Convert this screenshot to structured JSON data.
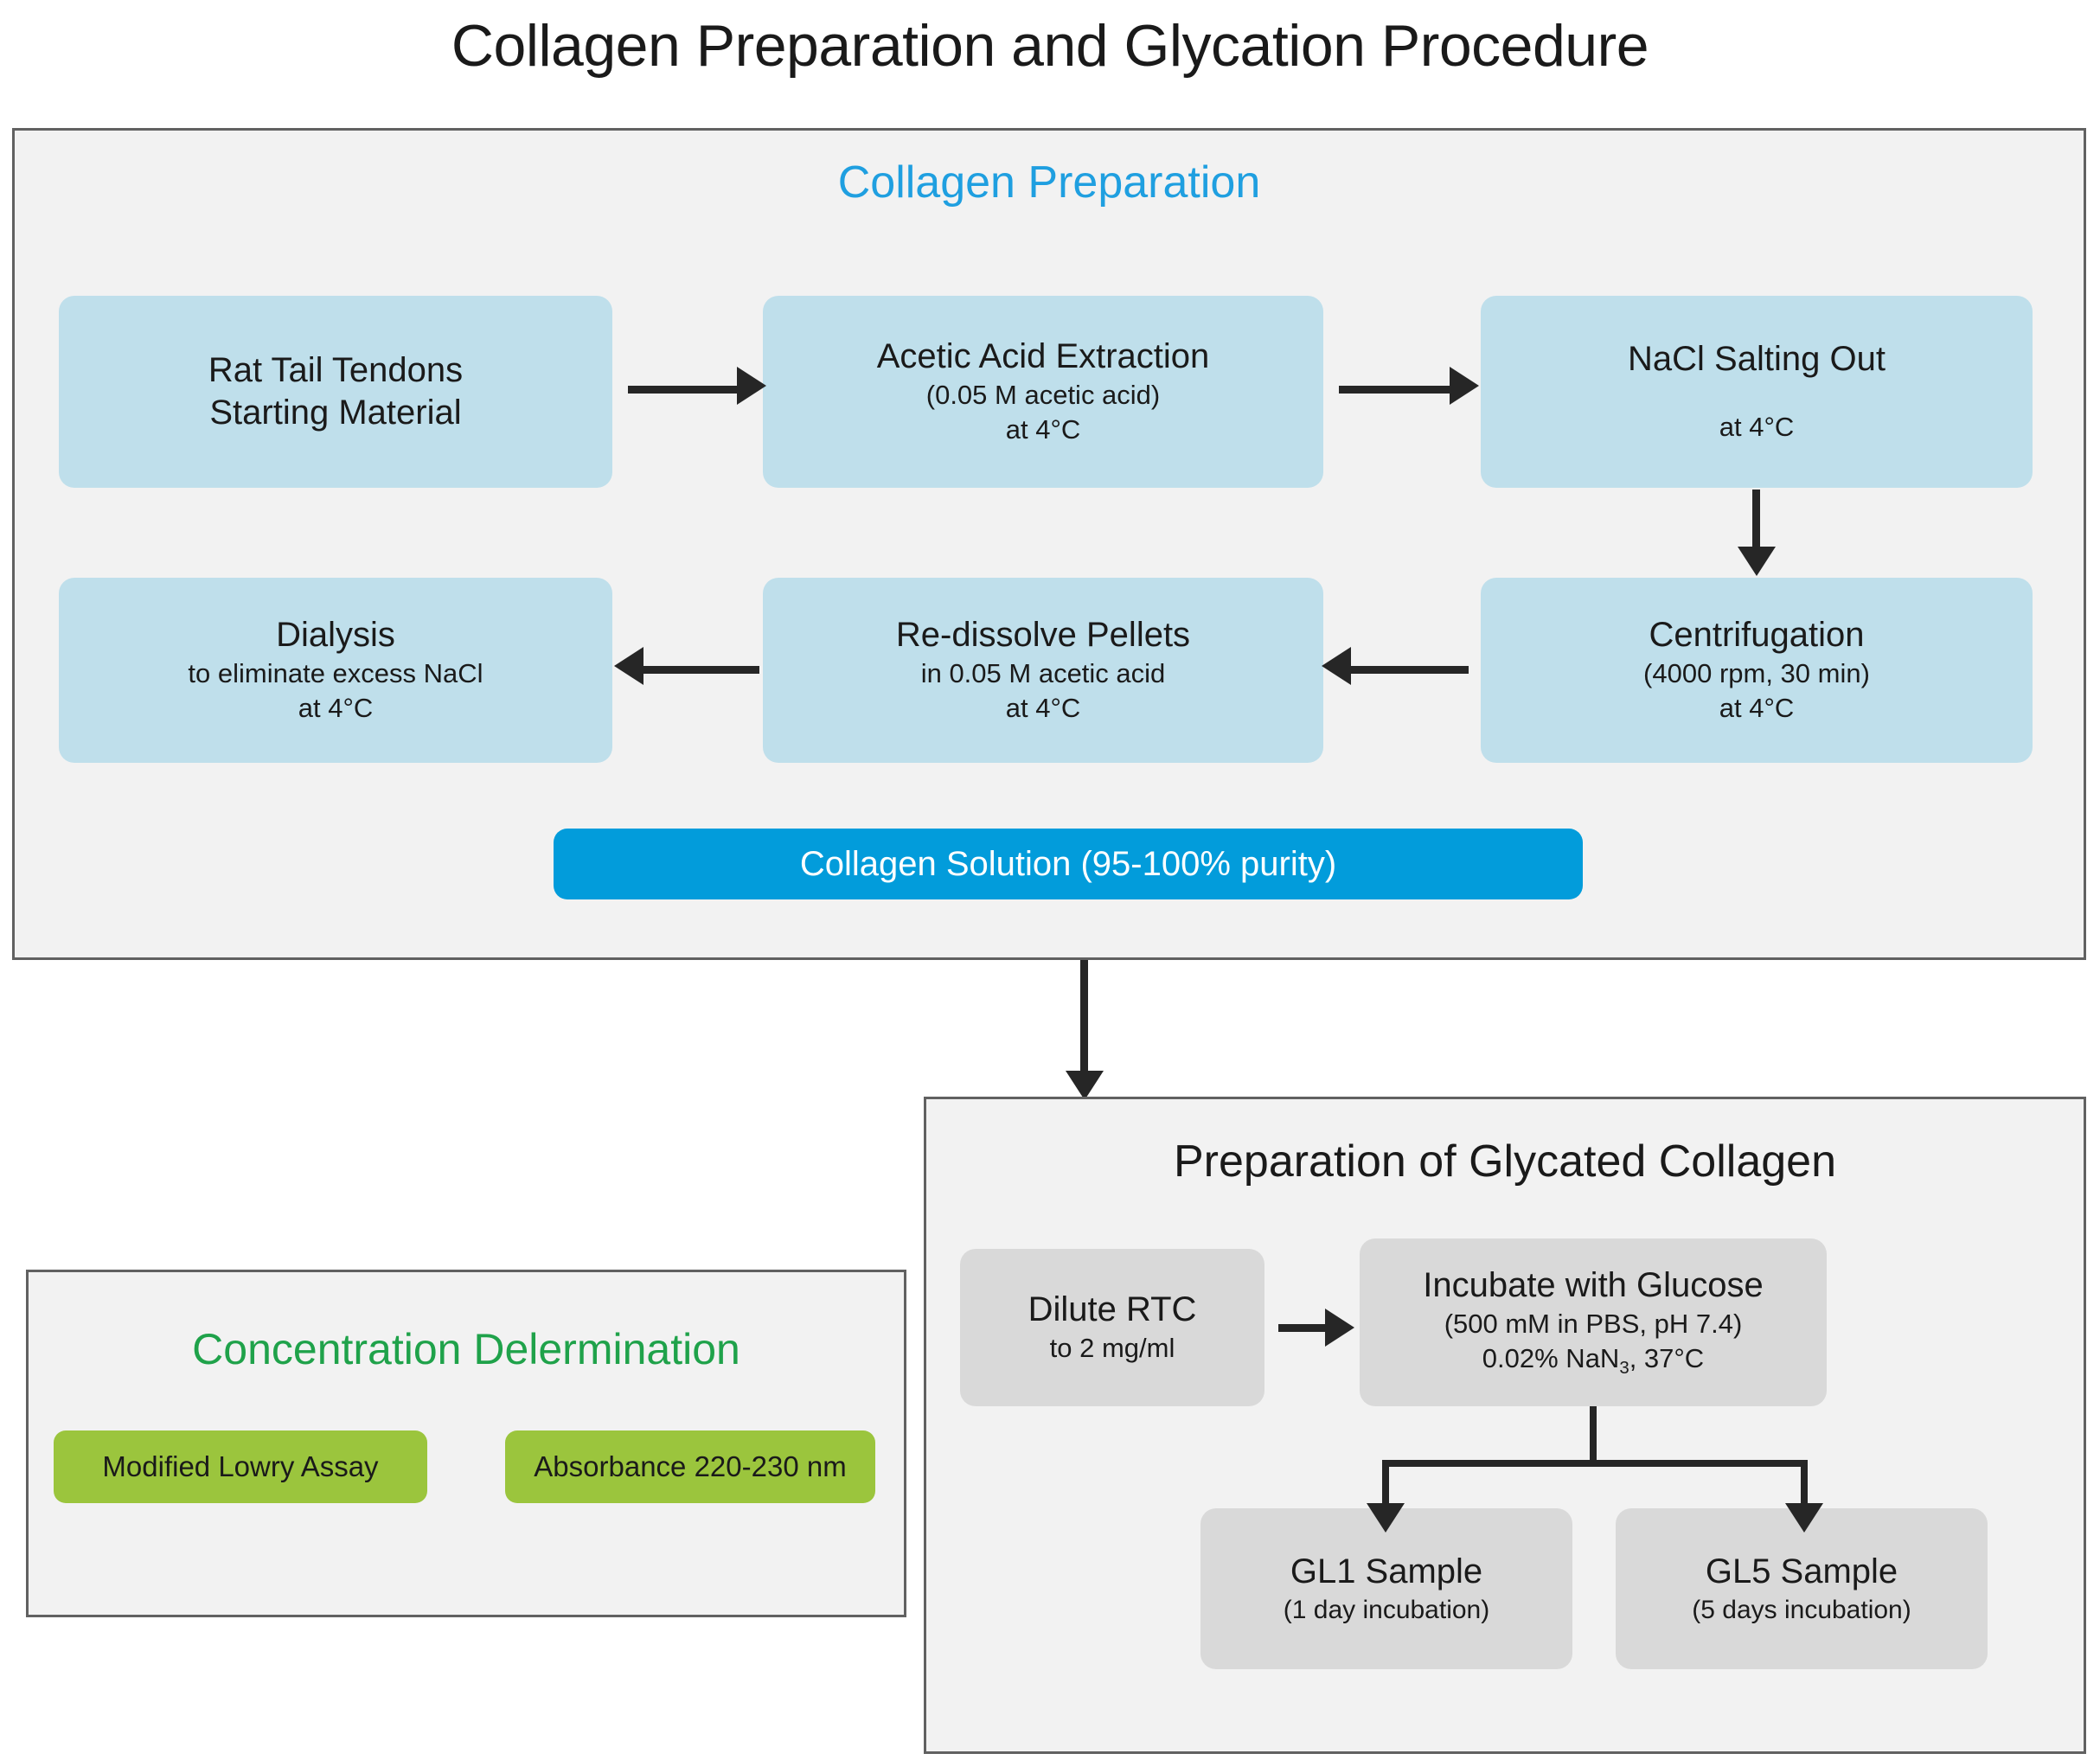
{
  "title": "Collagen Preparation and Glycation Procedure",
  "colors": {
    "panel_background": "#f2f2f2",
    "panel_border": "#616161",
    "box_blue": "#bfdfeb",
    "box_gray": "#d9d9d9",
    "accent_blue": "#029cdb",
    "section_title_blue": "#1f9fe0",
    "section_title_green": "#1fa24a",
    "pill_green": "#9bc53d",
    "arrow": "#262626",
    "text": "#1a1a1a"
  },
  "collagen_preparation": {
    "title": "Collagen Preparation",
    "steps": [
      {
        "name": "rat-tail-tendons",
        "main": "Rat Tail Tendons",
        "sub1": "Starting Material",
        "sub2": "",
        "sub3": ""
      },
      {
        "name": "acetic-acid-extraction",
        "main": "Acetic Acid Extraction",
        "sub1": "(0.05 M acetic acid)",
        "sub2": "at 4°C",
        "sub3": ""
      },
      {
        "name": "nacl-salting-out",
        "main": "NaCl Salting Out",
        "sub1": "",
        "sub2": "at 4°C",
        "sub3": ""
      },
      {
        "name": "dialysis",
        "main": "Dialysis",
        "sub1": "to eliminate excess NaCl",
        "sub2": "at 4°C",
        "sub3": ""
      },
      {
        "name": "re-dissolve-pellets",
        "main": "Re-dissolve Pellets",
        "sub1": "in 0.05 M acetic acid",
        "sub2": "at 4°C",
        "sub3": ""
      },
      {
        "name": "centrifugation",
        "main": "Centrifugation",
        "sub1": "(4000 rpm, 30 min)",
        "sub2": "at 4°C",
        "sub3": ""
      }
    ],
    "result": "Collagen Solution (95-100% purity)"
  },
  "glycated_collagen": {
    "title": "Preparation of Glycated Collagen",
    "dilute": {
      "main": "Dilute RTC",
      "sub1": "to 2 mg/ml"
    },
    "incubate": {
      "main": "Incubate with Glucose",
      "sub1": "(500 mM in PBS, pH 7.4)",
      "sub2_prefix": "0.02% NaN",
      "sub2_subscript": "3",
      "sub2_suffix": ", 37°C"
    },
    "samples": [
      {
        "name": "gl1-sample",
        "main": "GL1 Sample",
        "sub1": "(1 day incubation)"
      },
      {
        "name": "gl5-sample",
        "main": "GL5 Sample",
        "sub1": "(5 days incubation)"
      }
    ]
  },
  "concentration_determination": {
    "title": "Concentration Delermination",
    "methods": [
      {
        "name": "modified-lowry-assay",
        "label": "Modified Lowry Assay"
      },
      {
        "name": "absorbance",
        "label": "Absorbance 220-230 nm"
      }
    ]
  }
}
